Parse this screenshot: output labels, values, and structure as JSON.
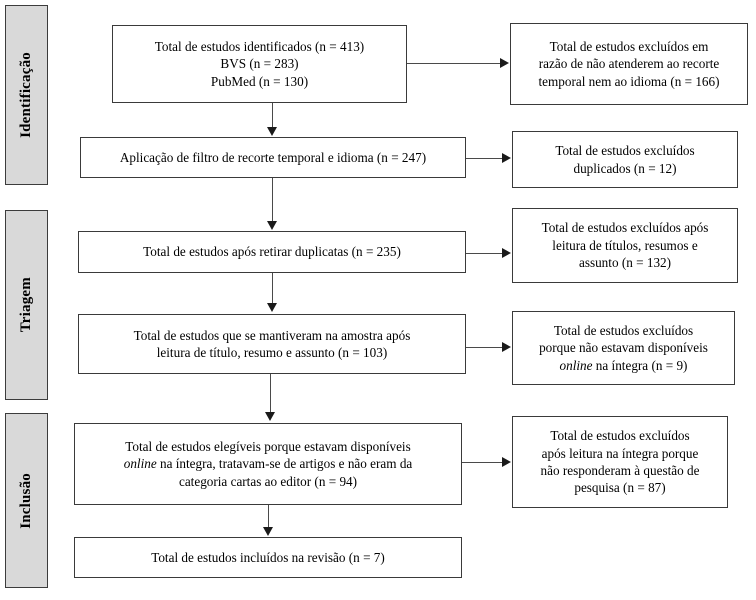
{
  "diagram": {
    "title": "PRISMA flow diagram - selecao de estudos",
    "language": "pt-BR",
    "border_color": "#3a3a3a",
    "stage_fill_color": "#d9d9d9",
    "arrow_color": "#1a1a1a",
    "background_color": "#ffffff"
  },
  "stages": [
    {
      "id": "identificacao",
      "label": "Identificação"
    },
    {
      "id": "triagem",
      "label": "Triagem"
    },
    {
      "id": "inclusao",
      "label": "Inclusão"
    }
  ],
  "main_boxes": [
    {
      "id": "identificados",
      "lines": [
        "Total de estudos identificados (n = 413)",
        "BVS (n = 283)",
        "PubMed (n = 130)"
      ],
      "n": 413
    },
    {
      "id": "filtro",
      "lines": [
        "Aplicação de filtro de recorte temporal e idioma (n = 247)"
      ],
      "n": 247
    },
    {
      "id": "apos-duplicatas",
      "lines": [
        "Total de estudos após retirar duplicatas (n = 235)"
      ],
      "n": 235
    },
    {
      "id": "mantiveram-amostra",
      "lines": [
        "Total de estudos que se mantiveram na amostra após",
        "leitura de título, resumo e assunto (n = 103)"
      ],
      "n": 103
    },
    {
      "id": "elegiveis",
      "line1": "Total de estudos elegíveis porque estavam disponíveis",
      "line2_italic": "online",
      "line2_rest": " na íntegra, tratavam-se de artigos e não eram da",
      "line3": "categoria cartas ao editor (n = 94)",
      "n": 94
    },
    {
      "id": "incluidos-revisao",
      "lines": [
        "Total de estudos incluídos na revisão (n = 7)"
      ],
      "n": 7
    }
  ],
  "excluded_boxes": [
    {
      "id": "excluidos-recorte-idioma",
      "lines": [
        "Total de estudos excluídos em",
        "razão de não atenderem ao recorte",
        "temporal nem ao idioma (n = 166)"
      ],
      "n": 166
    },
    {
      "id": "excluidos-duplicados",
      "lines": [
        "Total de estudos excluídos",
        "duplicados (n = 12)"
      ],
      "n": 12
    },
    {
      "id": "excluidos-titulos-resumos",
      "lines": [
        "Total de estudos excluídos após",
        "leitura de títulos, resumos e",
        "assunto (n = 132)"
      ],
      "n": 132
    },
    {
      "id": "excluidos-nao-online",
      "line1": "Total de estudos excluídos",
      "line2": "porque não estavam disponíveis",
      "line3_italic": "online",
      "line3_rest": " na íntegra (n = 9)",
      "n": 9
    },
    {
      "id": "excluidos-nao-responderam",
      "lines": [
        "Total de estudos excluídos",
        "após leitura na íntegra porque",
        "não responderam à questão de",
        "pesquisa (n = 87)"
      ],
      "n": 87
    }
  ]
}
